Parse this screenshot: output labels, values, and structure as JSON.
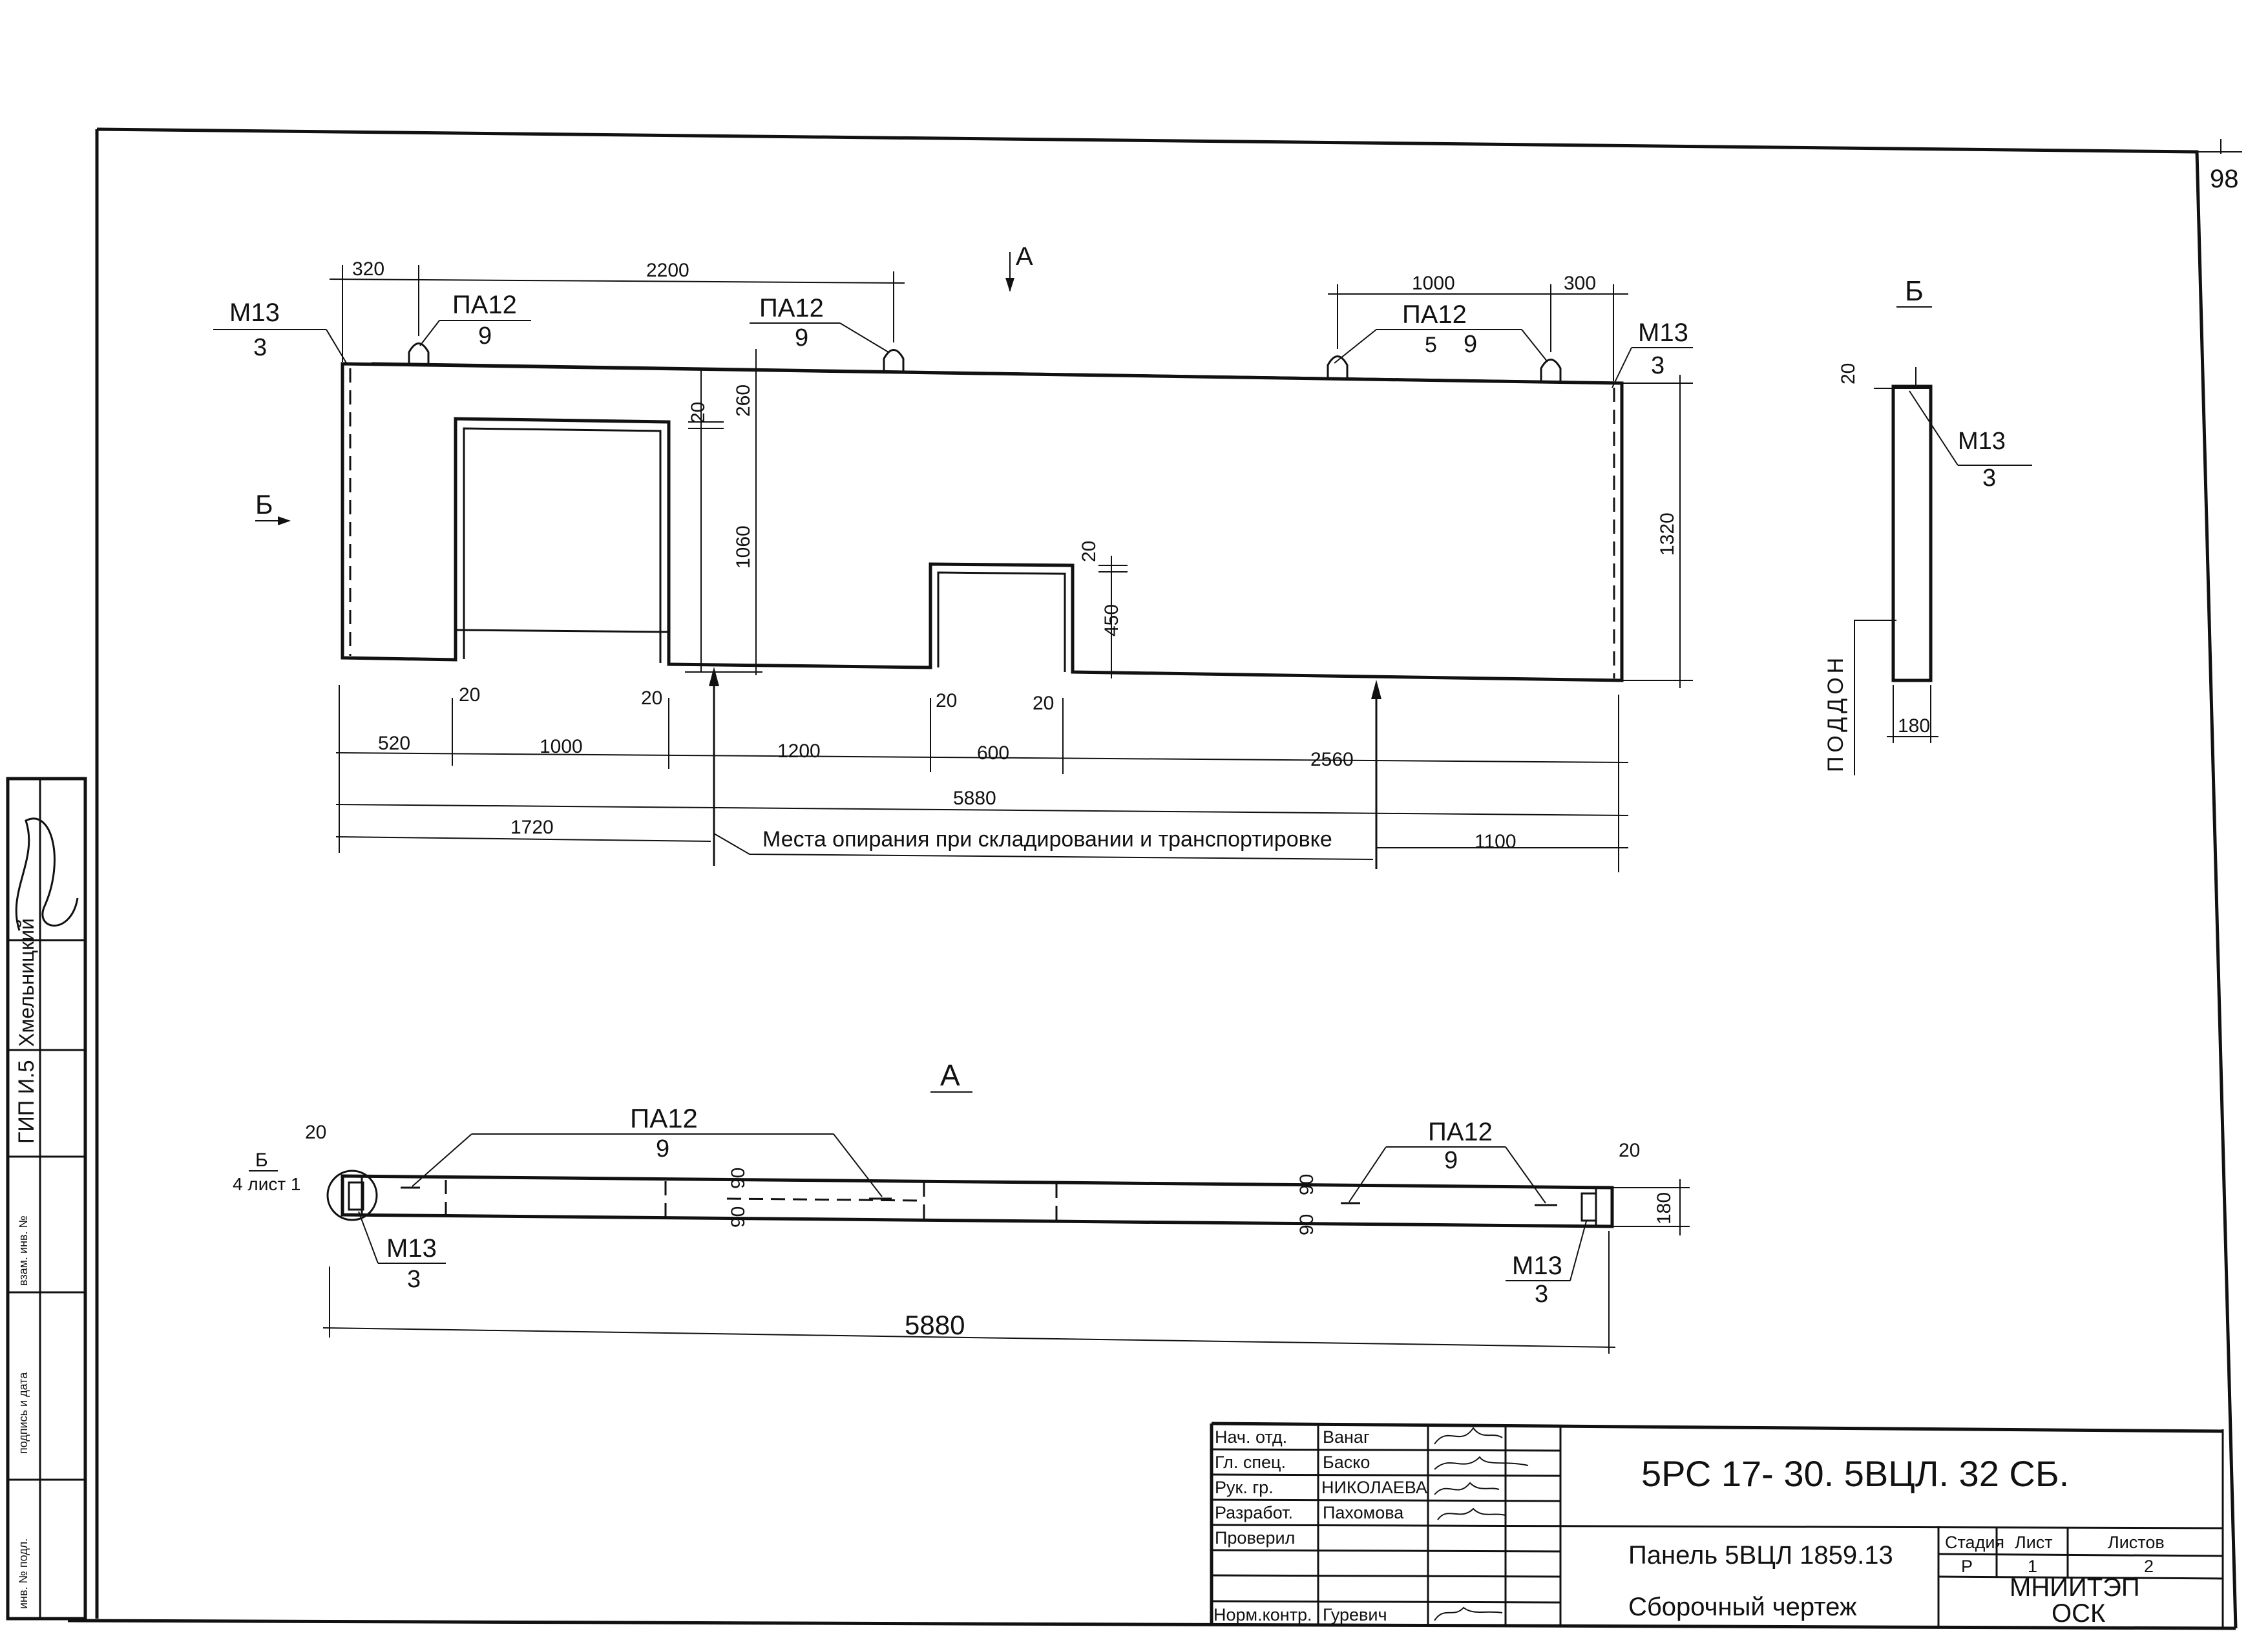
{
  "sheet_number": "98",
  "main_view": {
    "dims_top": {
      "d320": "320",
      "d2200": "2200",
      "d1000": "1000",
      "d300": "300"
    },
    "marks": {
      "m13_left": "М13",
      "m13_left_qty": "3",
      "pa12_1": "ПА12",
      "pa12_1_qty": "9",
      "pa12_2": "ПА12",
      "pa12_2_qty": "9",
      "pa12_3": "ПА12",
      "pa12_3_qty": "9",
      "m13_right": "М13",
      "m13_right_qty": "3",
      "small_5": "5"
    },
    "section_a": "А",
    "section_b": "Б",
    "dims_inner": {
      "d20a": "20",
      "d260": "260",
      "d1060": "1060",
      "d20b": "20",
      "d450": "450",
      "d1320": "1320"
    },
    "dims_gaps": [
      "20",
      "20",
      "20",
      "20"
    ],
    "dims_row1": [
      "520",
      "1000",
      "1200",
      "600",
      "2560"
    ],
    "dims_total": "5880",
    "dims_row3": {
      "d1720": "1720",
      "d1100": "1100"
    },
    "support_note": "Места опирания при складировании и транспортировке"
  },
  "side_view": {
    "title": "Б",
    "d20": "20",
    "mark": "М13",
    "mark_qty": "3",
    "pallet": "ПОДДОН",
    "width": "180"
  },
  "plan_view": {
    "title": "А",
    "d20_left": "20",
    "ref_letter": "Б",
    "ref_sheet": "4 лист 1",
    "pa12_left": "ПА12",
    "pa12_left_qty": "9",
    "pa12_right": "ПА12",
    "pa12_right_qty": "9",
    "dims_90": [
      "90",
      "90",
      "90",
      "90"
    ],
    "d20_right": "20",
    "d180": "180",
    "m13_left": "М13",
    "m13_left_qty": "3",
    "m13_right": "М13",
    "m13_right_qty": "3",
    "total": "5880"
  },
  "left_strip": {
    "name1": "Хмельницкий",
    "code": "ГИП  И.5",
    "labels": [
      "взам. инв. №",
      "подпись и дата",
      "инв. № подл."
    ]
  },
  "title_block": {
    "roles": [
      "Нач. отд.",
      "Гл. спец.",
      "Рук. гр.",
      "Разработ.",
      "Проверил",
      "",
      "Норм.контр."
    ],
    "names": [
      "Ванаг",
      "Баско",
      "НИКОЛАЕВА",
      "Пахомова",
      "",
      "",
      "Гуревич"
    ],
    "doc_code": "5РС 17-  30.  5ВЦЛ.  32 СБ.",
    "product": "Панель 5ВЦЛ 1859.13",
    "doc_type": "Сборочный   чертеж",
    "stage_header": "Стадия",
    "sheet_header": "Лист",
    "sheets_header": "Листов",
    "stage": "Р",
    "sheet": "1",
    "sheets": "2",
    "org1": "МНИИТЭП",
    "org2": "ОСК"
  }
}
